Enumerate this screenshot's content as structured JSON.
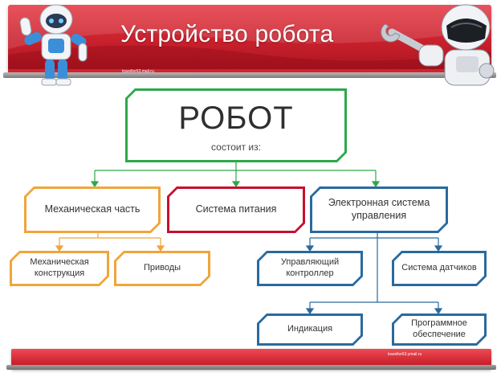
{
  "header": {
    "title": "Устройство робота",
    "email": "traveller63.mail.ru"
  },
  "footer": {
    "email": "traveller63.ymail.ru"
  },
  "diagram": {
    "root": {
      "title": "РОБОТ",
      "subtitle": "состоит из:"
    },
    "mechanical": {
      "label": "Механическая часть",
      "children": [
        "Механическая конструкция",
        "Приводы"
      ]
    },
    "power": {
      "label": "Система питания"
    },
    "control": {
      "label": "Электронная система управления",
      "children": [
        "Управляющий контроллер",
        "Система датчиков",
        "Индикация",
        "Программное обеспечение"
      ]
    }
  },
  "colors": {
    "banner_red": "#c8202c",
    "green": "#2da84a",
    "orange": "#f0a53a",
    "red": "#c8102e",
    "blue": "#2a6a9e"
  },
  "icons": [
    "robot-left-icon",
    "robot-wrench-icon"
  ]
}
